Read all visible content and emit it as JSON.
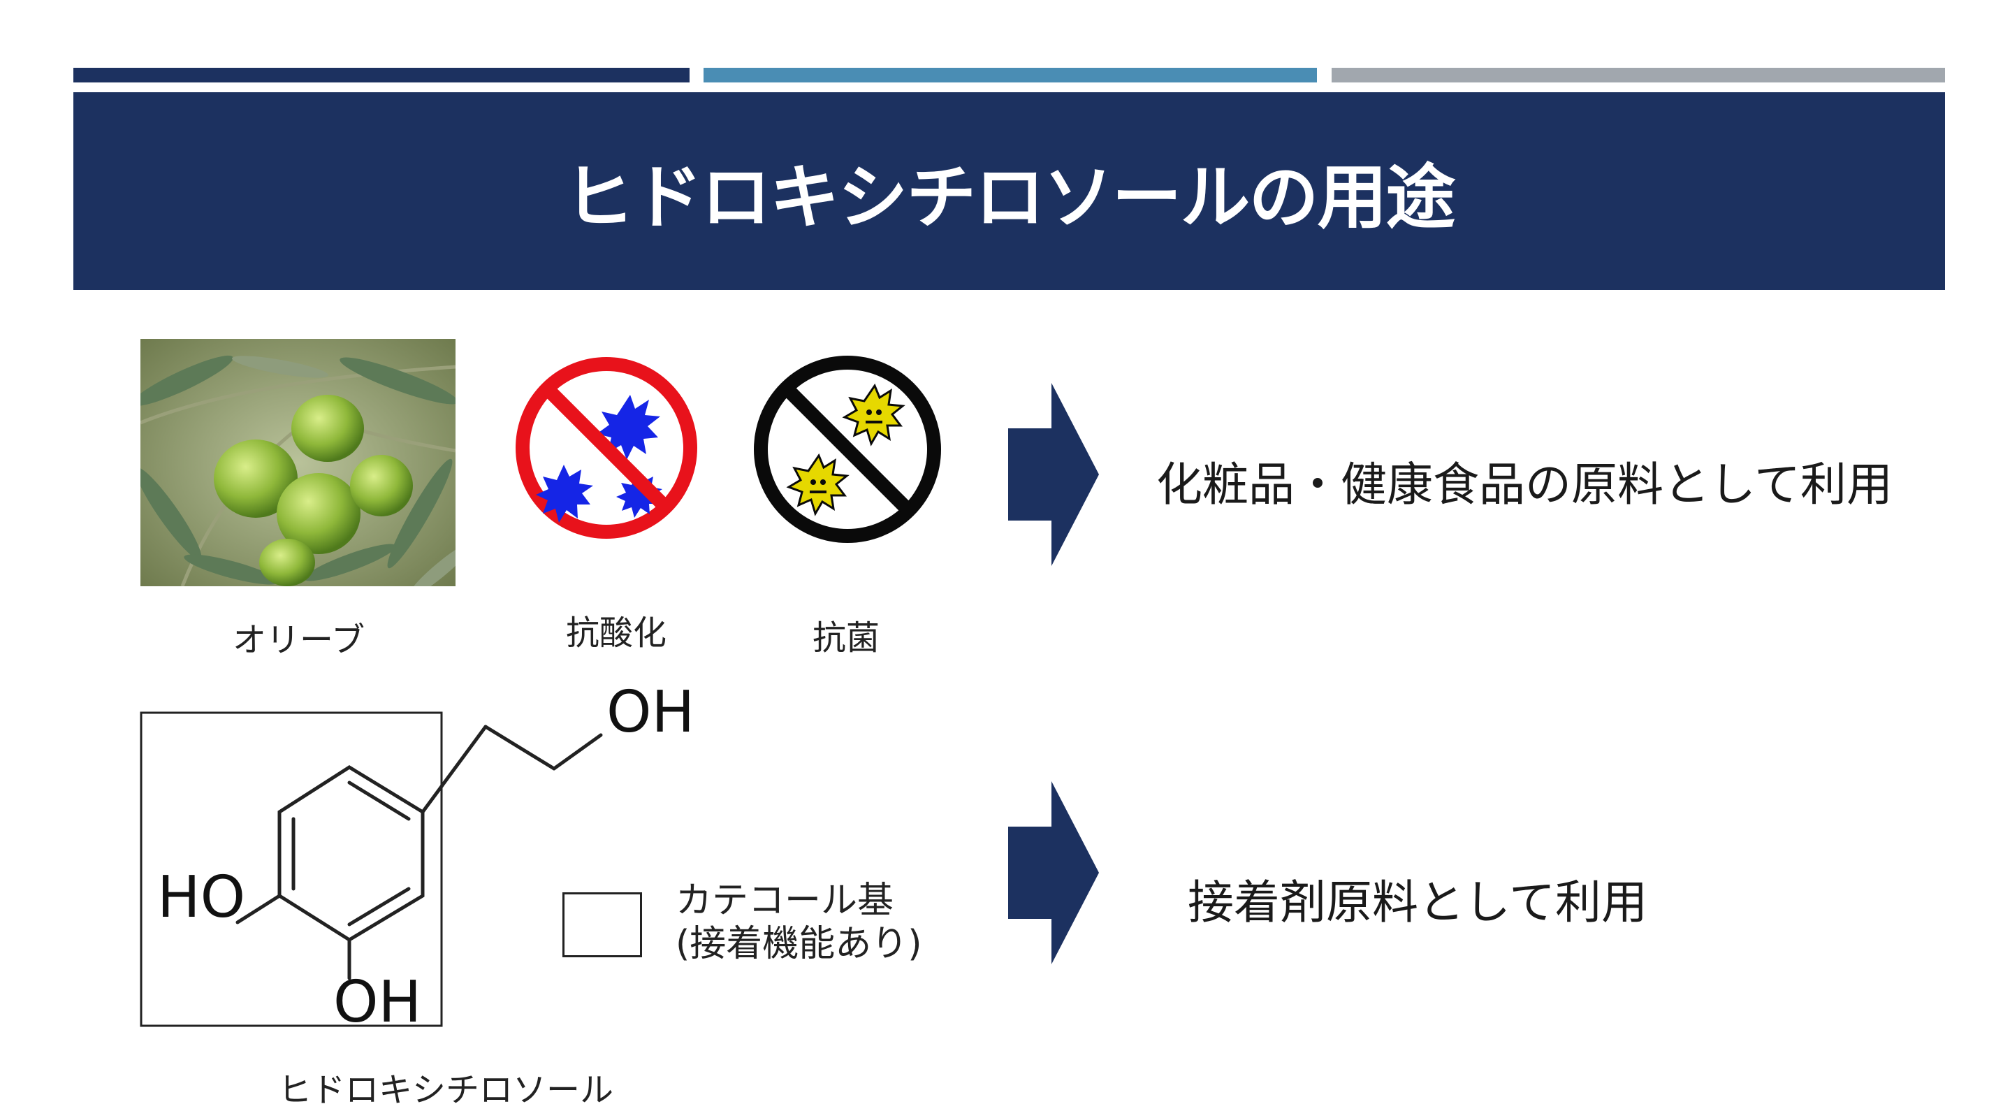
{
  "slide": {
    "title": "ヒドロキシチロソールの用途",
    "colors": {
      "navy": "#1c3160",
      "teal": "#4a8db4",
      "gray": "#a1a7ae"
    }
  },
  "row1": {
    "icons": [
      {
        "icon": "olive-photo",
        "label": "オリーブ"
      },
      {
        "icon": "antioxidant-no-symbol-icon",
        "label": "抗酸化"
      },
      {
        "icon": "antibacterial-no-symbol-icon",
        "label": "抗菌"
      }
    ],
    "result": "化粧品・健康食品の原料として利用"
  },
  "row2": {
    "molecule_labels": {
      "oh_top": "OH",
      "ho_left": "HO",
      "oh_bottom": "OH"
    },
    "molecule_name": "ヒドロキシチロソール",
    "legend_line1": "カテコール基",
    "legend_line2": "(接着機能あり)",
    "result": "接着剤原料として利用"
  }
}
